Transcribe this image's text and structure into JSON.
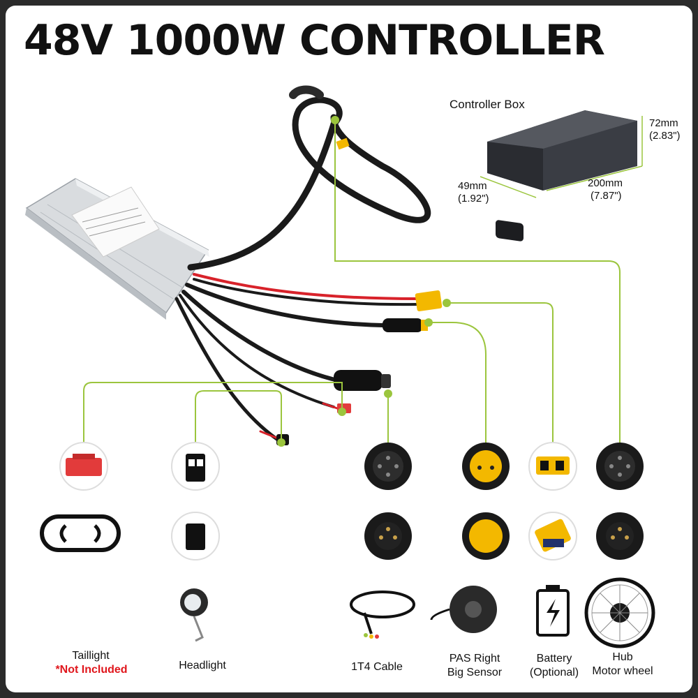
{
  "title": "48V 1000W CONTROLLER",
  "box": {
    "label": "Controller  Box",
    "height_mm": "72mm",
    "height_in": "(2.83\")",
    "depth_mm": "49mm",
    "depth_in": "(1.92\")",
    "length_mm": "200mm",
    "length_in": "(7.87\")"
  },
  "labels": {
    "taillight": "Taillight",
    "not_included": "*Not Included",
    "headlight": "Headlight",
    "cable": "1T4 Cable",
    "pas_line1": "PAS Right",
    "pas_line2": "Big Sensor",
    "battery_line1": "Battery",
    "battery_line2": "(Optional)",
    "hub_line1": "Hub",
    "hub_line2": "Motor wheel"
  },
  "colors": {
    "accent": "#9bc53d",
    "connector_yellow": "#f3b800",
    "connector_red": "#e23b3b",
    "wire_red": "#d8222a"
  }
}
